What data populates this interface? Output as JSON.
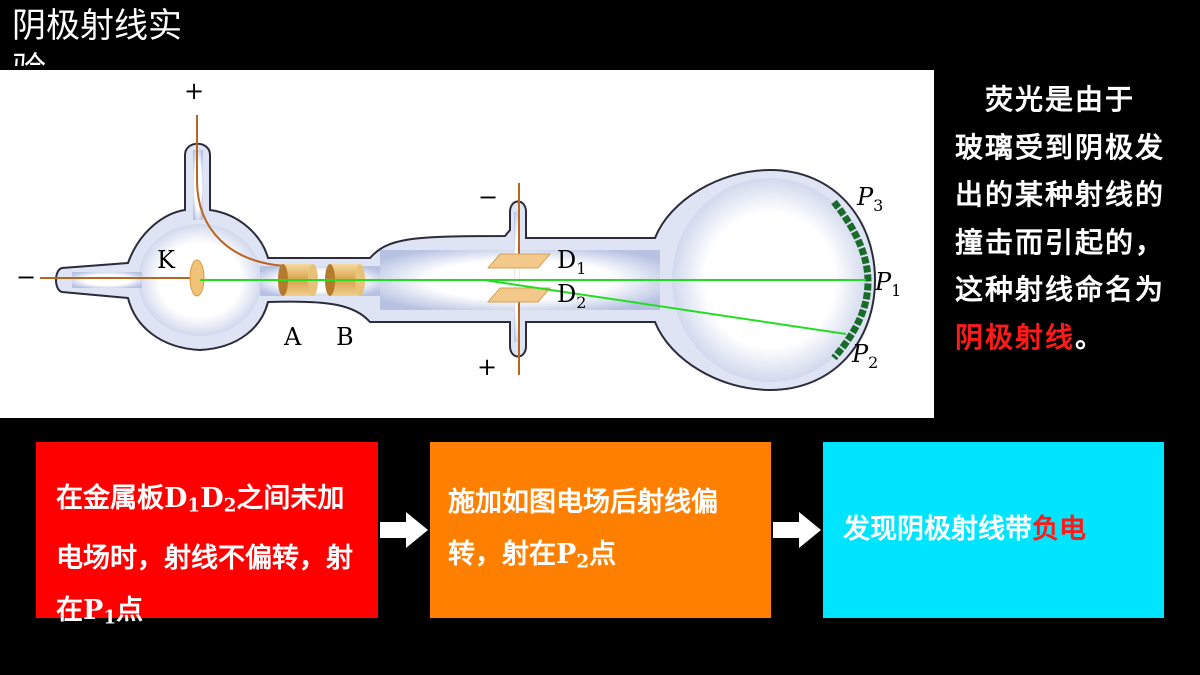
{
  "title": "阴极射线实验",
  "diagram": {
    "plus_top": "+",
    "minus_left": "−",
    "k": "K",
    "a": "A",
    "b": "B",
    "minus_plate": "−",
    "plus_plate": "+",
    "d1": "D",
    "d1_sub": "1",
    "d2": "D",
    "d2_sub": "2",
    "p1": "P",
    "p1_sub": "1",
    "p2": "P",
    "p2_sub": "2",
    "p3": "P",
    "p3_sub": "3"
  },
  "side_text": {
    "part1": "荧光是由于玻璃受到阴极发出的某种射线的撞击而引起的，这种射线命名为",
    "highlight": "阴极射线",
    "end": "。"
  },
  "box1": {
    "t1": "在金属板",
    "d1": "D",
    "s1": "1",
    "d2": "D",
    "s2": "2",
    "t2": "之间未加电场时，射线不偏转，射在",
    "p": "P",
    "ps": "1",
    "t3": "点"
  },
  "box2": {
    "t1": "施加如图电场后射线偏转，射在",
    "p": "P",
    "ps": "2",
    "t2": "点"
  },
  "box3": {
    "t1": "发现阴极射线带",
    "highlight": "负电"
  },
  "colors": {
    "box1": "#ff0000",
    "box2": "#ff7f00",
    "box3": "#00e5ff",
    "highlight": "#ff1a1a",
    "beam": "#22dd22",
    "screen": "#1a6b2a",
    "wire": "#b8651e"
  }
}
